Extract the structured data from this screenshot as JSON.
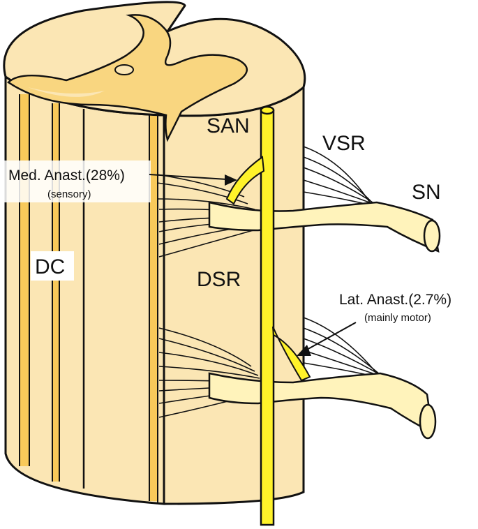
{
  "labels": {
    "san": "SAN",
    "vsr": "VSR",
    "sn": "SN",
    "dc": "DC",
    "dsr": "DSR",
    "med_anast": "Med. Anast.(28%)",
    "med_anast_sub": "(sensory)",
    "lat_anast": "Lat. Anast.(2.7%)",
    "lat_anast_sub": "(mainly motor)"
  },
  "colors": {
    "cord_fill": "#fbe6b4",
    "grey_matter": "#f9d680",
    "column_stripe": "#f8c95a",
    "root_fill": "#fff3bb",
    "accessory_nerve": "#fff22a",
    "outline": "#111111"
  }
}
